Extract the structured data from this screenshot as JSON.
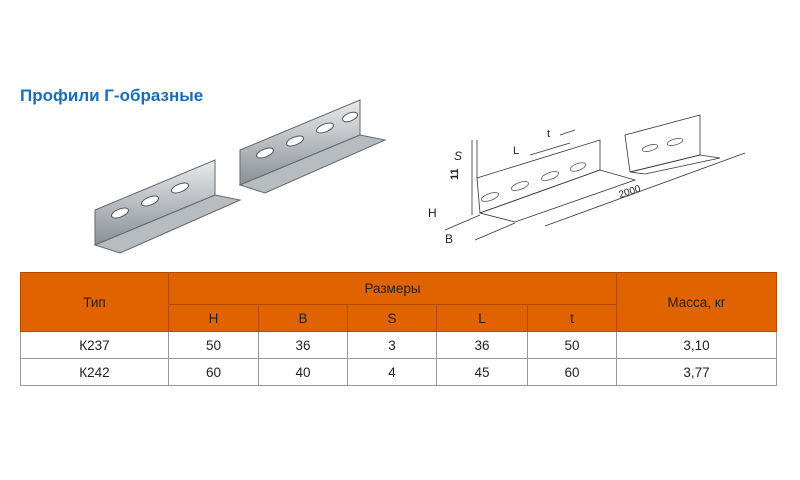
{
  "title": "Профили Г-образные",
  "drawing_labels": {
    "S": "S",
    "L": "L",
    "t": "t",
    "eleven": "11",
    "H": "H",
    "B": "B",
    "length": "2000"
  },
  "table": {
    "type_header": "Тип",
    "dims_header": "Размеры",
    "mass_header": "Масса, кг",
    "dim_columns": [
      "H",
      "B",
      "S",
      "L",
      "t"
    ],
    "rows": [
      {
        "type": "К237",
        "H": "50",
        "B": "36",
        "S": "3",
        "L": "36",
        "t": "50",
        "mass": "3,10"
      },
      {
        "type": "К242",
        "H": "60",
        "B": "40",
        "S": "4",
        "L": "45",
        "t": "60",
        "mass": "3,77"
      }
    ]
  },
  "colors": {
    "header": "#e06300",
    "title": "#1b6cb8"
  }
}
